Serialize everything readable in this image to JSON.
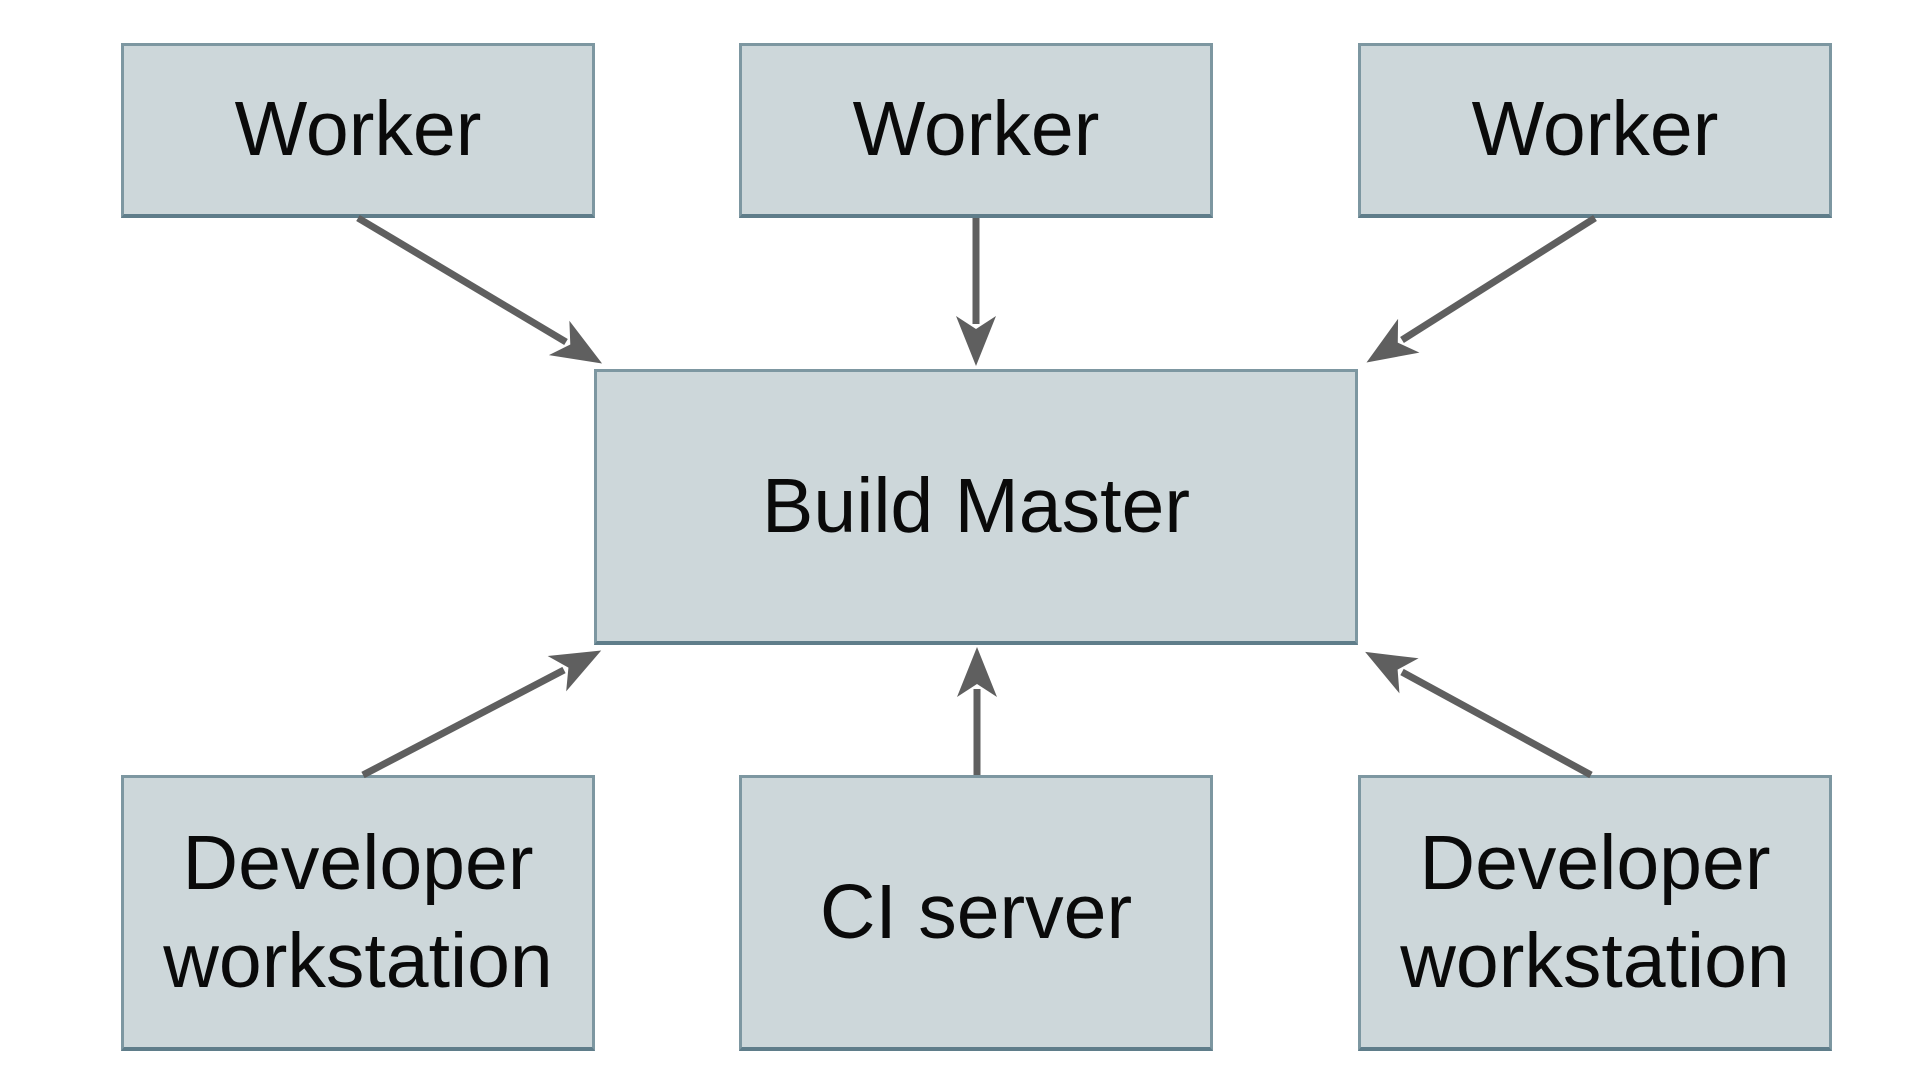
{
  "diagram": {
    "type": "flow-diagram",
    "background_color": "#ffffff",
    "colors": {
      "node_fill": "#cdd7da",
      "node_border": "#7d97a1",
      "node_border_bottom": "#5f7d8a",
      "arrow": "#5f5f5f",
      "text": "#0a0a0a"
    },
    "nodes": [
      {
        "id": "worker-1",
        "label": "Worker"
      },
      {
        "id": "worker-2",
        "label": "Worker"
      },
      {
        "id": "worker-3",
        "label": "Worker"
      },
      {
        "id": "build-master",
        "label": "Build Master"
      },
      {
        "id": "developer-workstation-left",
        "label": "Developer workstation"
      },
      {
        "id": "ci-server",
        "label": "CI server"
      },
      {
        "id": "developer-workstation-right",
        "label": "Developer workstation"
      }
    ],
    "edges": [
      {
        "from": "worker-1",
        "to": "build-master",
        "arrowhead": "at-build-master"
      },
      {
        "from": "worker-2",
        "to": "build-master",
        "arrowhead": "at-build-master"
      },
      {
        "from": "worker-3",
        "to": "build-master",
        "arrowhead": "at-build-master"
      },
      {
        "from": "developer-workstation-left",
        "to": "build-master",
        "arrowhead": "at-build-master"
      },
      {
        "from": "ci-server",
        "to": "build-master",
        "arrowhead": "at-build-master"
      },
      {
        "from": "developer-workstation-right",
        "to": "build-master",
        "arrowhead": "at-build-master"
      }
    ]
  }
}
